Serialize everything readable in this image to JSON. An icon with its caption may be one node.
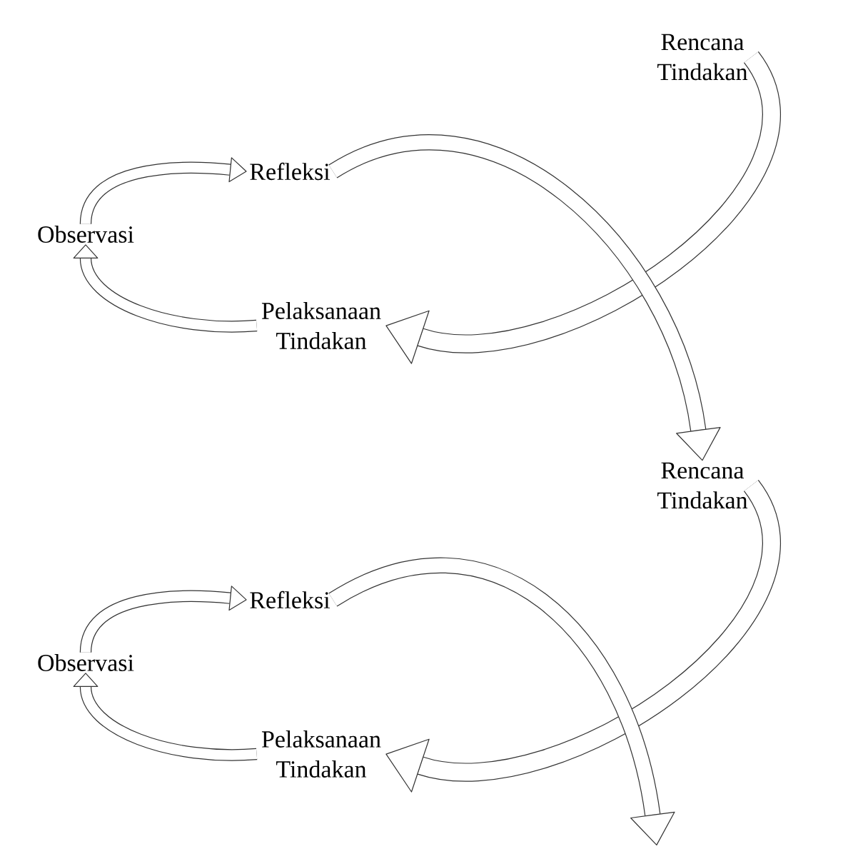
{
  "diagram": {
    "nodes": [
      {
        "text": [
          "Rencana Tindakan"
        ]
      },
      {
        "text": [
          "Refleksi"
        ]
      },
      {
        "text": [
          "Observasi"
        ]
      },
      {
        "text": [
          "Pelaksanaan Tindakan"
        ]
      },
      {
        "text": [
          "Rencana Tindakan"
        ]
      },
      {
        "text": [
          "Refleksi"
        ]
      },
      {
        "text": [
          "Observasi"
        ]
      },
      {
        "text": [
          "Pelaksanaan Tindakan"
        ]
      }
    ],
    "edges": [
      {
        "from": 0,
        "to": 3,
        "arrow": "to"
      },
      {
        "from": 3,
        "to": 2,
        "arrow": "to"
      },
      {
        "from": 2,
        "to": 1,
        "arrow": "to"
      },
      {
        "from": 1,
        "to": 4,
        "arrow": "to"
      },
      {
        "from": 4,
        "to": 7,
        "arrow": "to"
      },
      {
        "from": 7,
        "to": 6,
        "arrow": "to"
      },
      {
        "from": 6,
        "to": 5,
        "arrow": "to"
      },
      {
        "from": 5,
        "to": null,
        "arrow": "to"
      }
    ]
  }
}
